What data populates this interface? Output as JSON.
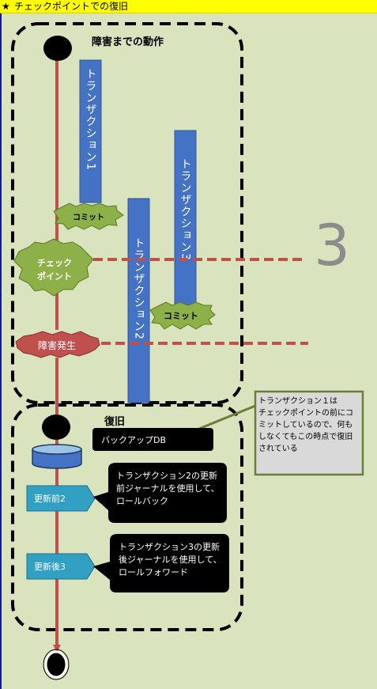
{
  "title": {
    "star": "★",
    "text": "チェックポイントでの復旧"
  },
  "sections": {
    "before_failure": "障害までの動作",
    "recovery": "復旧"
  },
  "transactions": [
    "トランザクション1",
    "トランザクション2",
    "トランザクション3"
  ],
  "events": {
    "commit": "コミット",
    "checkpoint_line1": "チェック",
    "checkpoint_line2": "ポイント",
    "failure": "障害発生"
  },
  "big_number": "3",
  "recovery": {
    "backup_label": "バックアップDB",
    "before_journal": "更新前2",
    "after_journal": "更新後3",
    "rollback_note": [
      "トランザクション2の更新",
      "前ジャーナルを使用して、",
      "ロールバック"
    ],
    "rollforward_note": [
      "トランザクション3の更新",
      "後ジャーナルを使用して、",
      "ロールフォワード"
    ]
  },
  "callout": [
    "トランザクション１は",
    "チェックポイントの前にコ",
    "ミットしているので、何も",
    "しなくてもこの時点で復旧",
    "されている"
  ],
  "colors": {
    "background": "#d9e4bf",
    "title_bar": "#ffff00",
    "transaction_bar": "#4472c4",
    "commit_star": "#8db048",
    "checkpoint_star": "#8db048",
    "failure_star": "#c0504d",
    "timeline": "#c0504d",
    "journal": "#31a0c3",
    "note_box": "#000000",
    "callout_box": "#d9d9d9",
    "callout_border": "#6b7d3a"
  }
}
